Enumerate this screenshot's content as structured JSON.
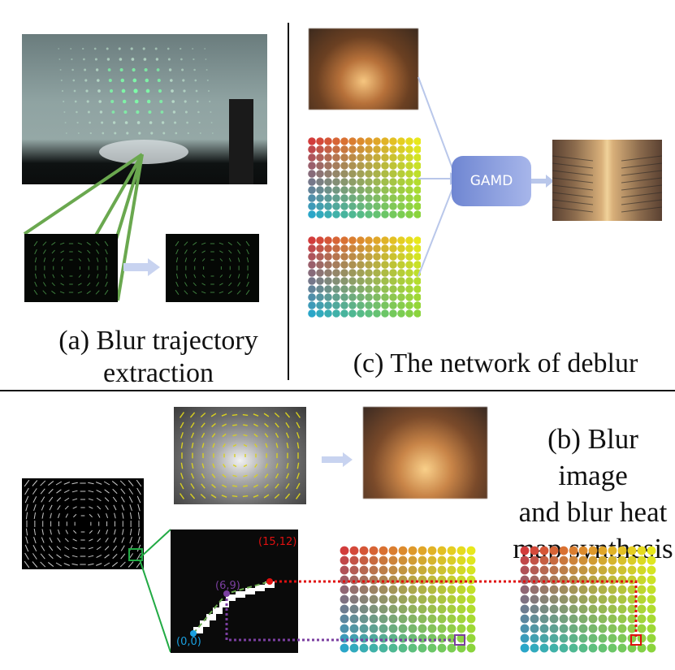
{
  "captions": {
    "a_line1": "(a) Blur trajectory",
    "a_line2": "extraction",
    "c": "(c) The network of deblur",
    "b_line1": "(b) Blur image",
    "b_line2": "and blur heat",
    "b_line3": "map synthesis"
  },
  "network": {
    "label": "GAMD"
  },
  "points": {
    "start": "(0,0)",
    "mid": "(6,9)",
    "end": "(15,12)"
  },
  "colors": {
    "divider": "#111111",
    "green_link": "#6aa84f",
    "green_box": "#22aa44",
    "purple": "#7b3fa0",
    "red": "#e01010",
    "cyan": "#1aa0e0",
    "gamd_fill": "#7f95d8",
    "arrow": "#b9c7ea"
  },
  "heatmap": {
    "grid_cols": 14,
    "grid_rows": 10,
    "top_left": "#d23c3c",
    "top_right": "#e8e81c",
    "bottom_left": "#2aa6c8",
    "bottom_right": "#8ad43c"
  }
}
